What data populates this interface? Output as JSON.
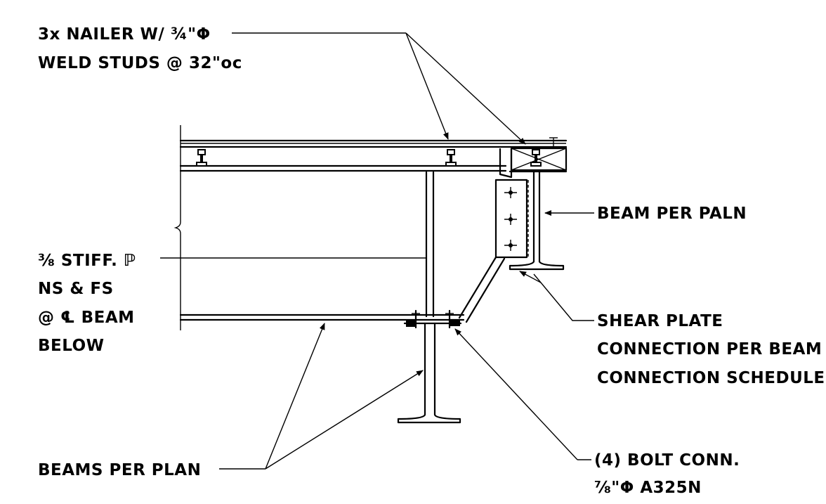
{
  "labels": {
    "nailer_line1": "3x NAILER W/ ¾\"Φ",
    "nailer_line2": "WELD STUDS @ 32\"oc",
    "beam_per_paln": "BEAM PER PALN",
    "stiff_line1": "⅜ STIFF. ℙ",
    "stiff_line2": "NS & FS",
    "stiff_line3": "@ ℄ BEAM",
    "stiff_line4": "BELOW",
    "shear_line1": "SHEAR PLATE",
    "shear_line2": "CONNECTION PER BEAM",
    "shear_line3": "CONNECTION SCHEDULE",
    "beams_per_plan": "BEAMS PER PLAN",
    "bolt_line1": "(4) BOLT CONN.",
    "bolt_line2": "⅞\"Φ A325N"
  }
}
